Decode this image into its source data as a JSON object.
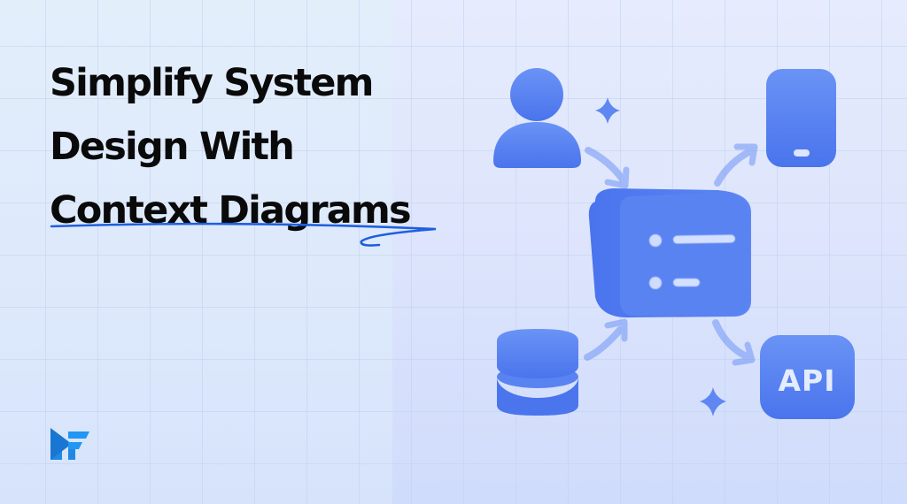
{
  "headline": {
    "lines": [
      "Simplify System",
      "Design With",
      "Context Diagrams"
    ],
    "underline_color": "#1f5fe0"
  },
  "brand": {
    "logo_name": "NF logo",
    "logo_color": "#1e88e5"
  },
  "diagram": {
    "center": {
      "name": "system-box",
      "icon": "list-icon"
    },
    "nodes": [
      {
        "name": "user",
        "icon": "user-icon",
        "position": "top-left",
        "arrow": "into-system"
      },
      {
        "name": "mobile-device",
        "icon": "phone-icon",
        "position": "top-right",
        "arrow": "out-of-system"
      },
      {
        "name": "database",
        "icon": "database-icon",
        "position": "bottom-left",
        "arrow": "into-system"
      },
      {
        "name": "api",
        "icon": "api-icon",
        "position": "bottom-right",
        "arrow": "out-of-system",
        "label": "API"
      }
    ],
    "sparkles": 2,
    "accent_color": "#4f7df0"
  }
}
